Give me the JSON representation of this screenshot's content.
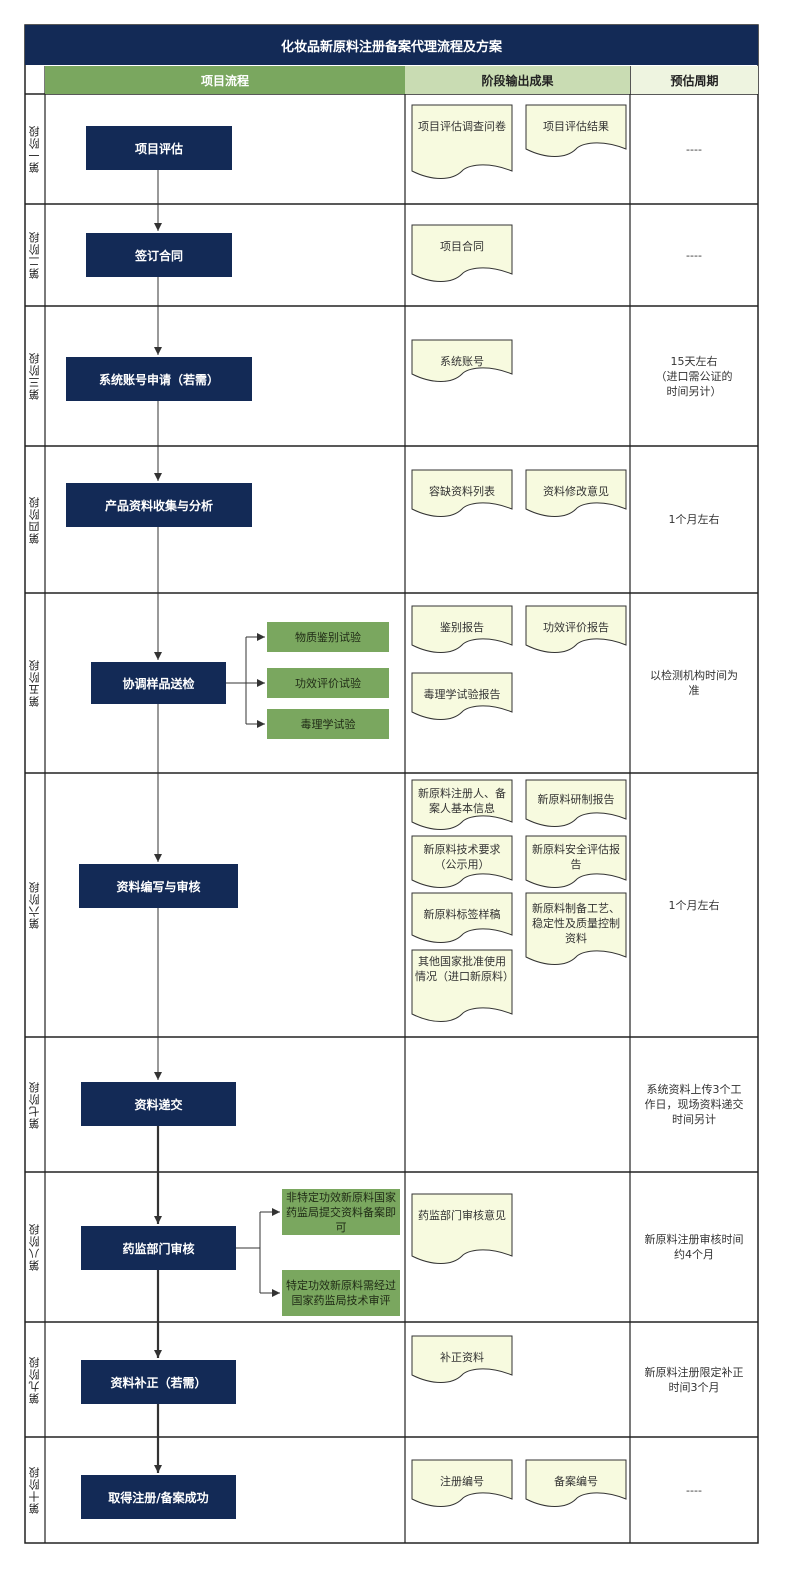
{
  "title": "化妆品新原料注册备案代理流程及方案",
  "headers": {
    "flow": "项目流程",
    "output": "阶段输出成果",
    "period": "预估周期"
  },
  "phases": [
    {
      "label": "第一阶段",
      "step": "项目评估",
      "outputs": [
        "项目评估调查问卷",
        "项目评估结果"
      ],
      "period": "----"
    },
    {
      "label": "第二阶段",
      "step": "签订合同",
      "outputs": [
        "项目合同"
      ],
      "period": "----"
    },
    {
      "label": "第三阶段",
      "step": "系统账号申请（若需）",
      "outputs": [
        "系统账号"
      ],
      "period": "15天左右\n（进口需公证的\n时间另计）"
    },
    {
      "label": "第四阶段",
      "step": "产品资料收集与分析",
      "outputs": [
        "容缺资料列表",
        "资料修改意见"
      ],
      "period": "1个月左右"
    },
    {
      "label": "第五阶段",
      "step": "协调样品送检",
      "branches": [
        "物质鉴别试验",
        "功效评价试验",
        "毒理学试验"
      ],
      "outputs": [
        "鉴别报告",
        "功效评价报告",
        "毒理学试验报告"
      ],
      "period": "以检测机构时间为\n准"
    },
    {
      "label": "第六阶段",
      "step": "资料编写与审核",
      "outputs": [
        "新原料注册人、备案人基本信息",
        "新原料研制报告",
        "新原料技术要求（公示用）",
        "新原料安全评估报告",
        "新原料标签样稿",
        "新原料制备工艺、稳定性及质量控制资料",
        "其他国家批准使用情况（进口新原料）"
      ],
      "period": "1个月左右"
    },
    {
      "label": "第七阶段",
      "step": "资料递交",
      "outputs": [],
      "period": "系统资料上传3个工\n作日，现场资料递交\n时间另计"
    },
    {
      "label": "第八阶段",
      "step": "药监部门审核",
      "branches": [
        "非特定功效新原料国家药监局提交资料备案即可",
        "特定功效新原料需经过国家药监局技术审评"
      ],
      "outputs": [
        "药监部门审核意见"
      ],
      "period": "新原料注册审核时间\n约4个月"
    },
    {
      "label": "第九阶段",
      "step": "资料补正（若需）",
      "outputs": [
        "补正资料"
      ],
      "period": "新原料注册限定补正\n时间3个月"
    },
    {
      "label": "第十阶段",
      "step": "取得注册/备案成功",
      "outputs": [
        "注册编号",
        "备案编号"
      ],
      "period": "----"
    }
  ],
  "colors": {
    "navy": "#132a56",
    "green": "#7aa75f",
    "doc_fill": "#f7fadf"
  }
}
